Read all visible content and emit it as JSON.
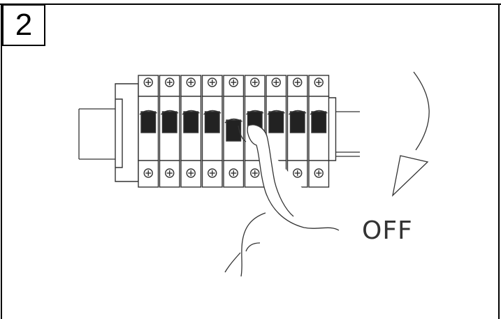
{
  "panel": {
    "step_number": "2"
  },
  "diagram": {
    "off_label": "OFF",
    "breaker_count": 9,
    "switched_breaker_index": 4,
    "icons": [
      "screw-terminal-icon",
      "curved-arrow-icon",
      "hand-icon"
    ]
  }
}
